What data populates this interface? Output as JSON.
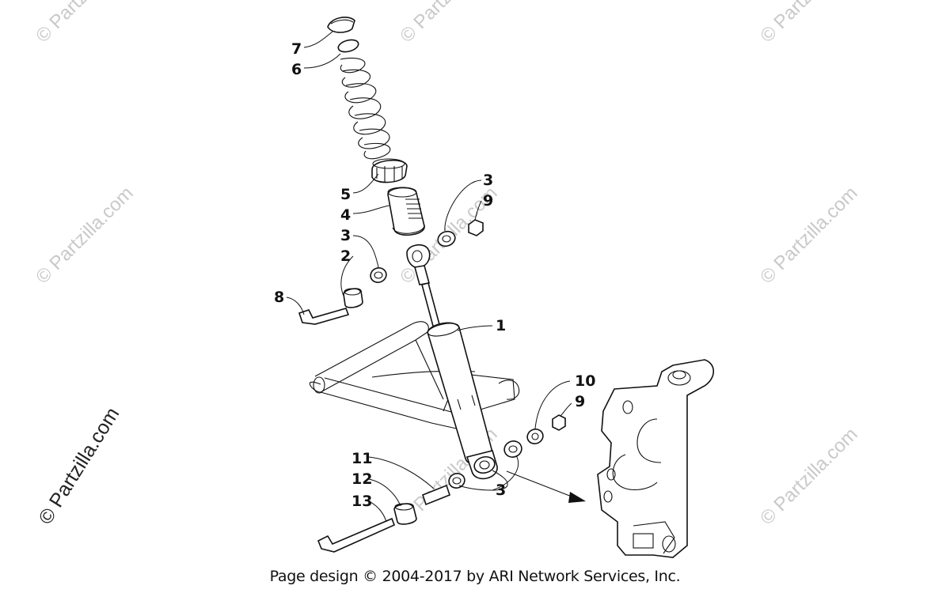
{
  "watermark": {
    "small": "© Partzilla.com",
    "large": "© Partzilla.com"
  },
  "callouts": {
    "c1": "1",
    "c2": "2",
    "c3a": "3",
    "c3b": "3",
    "c3c": "3",
    "c4": "4",
    "c5": "5",
    "c6": "6",
    "c7": "7",
    "c8": "8",
    "c9a": "9",
    "c9b": "9",
    "c10": "10",
    "c11": "11",
    "c12": "12",
    "c13": "13"
  },
  "footer": {
    "text": "Page design © 2004-2017 by ARI Network Services, Inc."
  }
}
